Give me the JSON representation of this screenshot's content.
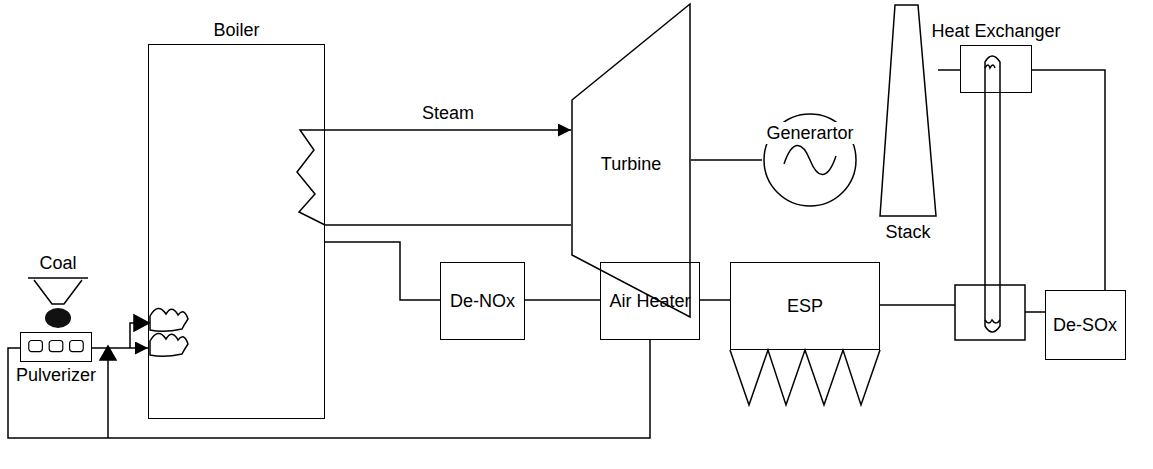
{
  "diagram": {
    "nodes": [
      {
        "text": [
          "Boiler"
        ]
      },
      {
        "text": [
          "Turbine"
        ]
      },
      {
        "text": [
          "Generartor"
        ]
      },
      {
        "text": [
          "Heat Exchanger"
        ]
      },
      {
        "text": [
          "Coal"
        ]
      },
      {
        "text": [
          "Stack"
        ]
      },
      {
        "text": [
          "De-NOx"
        ]
      },
      {
        "text": [
          "Air Heater"
        ]
      },
      {
        "text": [
          "ESP"
        ]
      },
      {
        "text": [
          "De-SOx"
        ]
      },
      {
        "text": [
          "Pulverizer"
        ]
      }
    ],
    "edges": [
      {
        "from": 0,
        "to": 1,
        "label": "Steam",
        "arrow": "to"
      },
      {
        "from": 1,
        "to": 0,
        "arrow": "none"
      },
      {
        "from": 1,
        "to": 2,
        "arrow": "none"
      },
      {
        "from": 0,
        "to": 6,
        "arrow": "none"
      },
      {
        "from": 6,
        "to": 7,
        "arrow": "none"
      },
      {
        "from": 7,
        "to": 8,
        "arrow": "none"
      },
      {
        "from": 7,
        "to": 10,
        "arrow": "none"
      },
      {
        "from": 10,
        "to": 0,
        "arrow": "to"
      },
      {
        "from": 9,
        "to": 3,
        "arrow": "none"
      },
      {
        "from": 3,
        "to": 5,
        "arrow": "none"
      }
    ]
  }
}
